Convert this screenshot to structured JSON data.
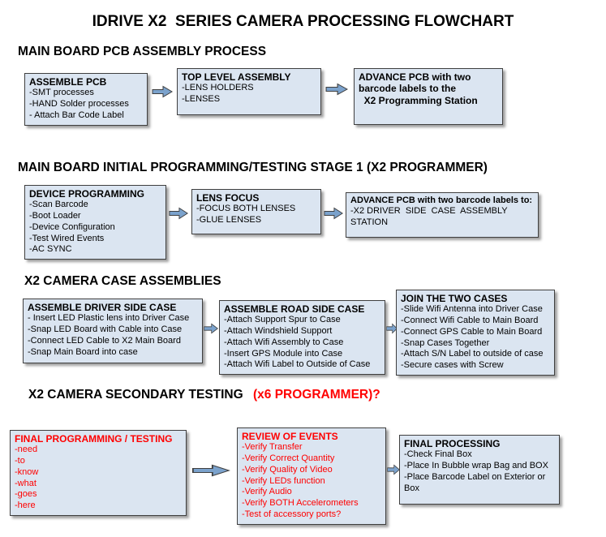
{
  "title": "IDRIVE X2  SERIES CAMERA PROCESSING FLOWCHART",
  "colors": {
    "box_fill": "#dbe5f1",
    "box_border": "#3f3f3f",
    "red_text": "#ff0000",
    "arrow_fill": "#7ba2cc"
  },
  "sections": [
    {
      "heading": "MAIN BOARD PCB ASSEMBLY PROCESS",
      "boxes": [
        {
          "title": "ASSEMBLE PCB",
          "items": [
            "-SMT processes",
            "-HAND Solder processes",
            "- Attach Bar Code Label"
          ]
        },
        {
          "title": "TOP LEVEL ASSEMBLY",
          "items": [
            "-LENS HOLDERS",
            "-LENSES"
          ]
        },
        {
          "title": "ADVANCE PCB with two barcode labels to the",
          "items": [
            "  X2 Programming Station"
          ]
        }
      ]
    },
    {
      "heading": "MAIN BOARD INITIAL PROGRAMMING/TESTING STAGE 1 (X2 PROGRAMMER)",
      "boxes": [
        {
          "title": "DEVICE PROGRAMMING",
          "items": [
            "-Scan Barcode",
            "-Boot Loader",
            "-Device Configuration",
            "-Test Wired Events",
            "-AC SYNC"
          ]
        },
        {
          "title": "LENS FOCUS",
          "items": [
            "-FOCUS BOTH LENSES",
            "-GLUE LENSES"
          ]
        },
        {
          "title": "ADVANCE PCB with two barcode labels to:",
          "items": [
            "-X2 DRIVER  SIDE  CASE  ASSEMBLY STATION"
          ]
        }
      ]
    },
    {
      "heading": "X2 CAMERA CASE ASSEMBLIES",
      "boxes": [
        {
          "title": "ASSEMBLE DRIVER SIDE CASE",
          "items": [
            "- Insert LED Plastic lens into Driver Case",
            "-Snap LED Board with Cable into Case",
            "-Connect LED Cable to X2 Main Board",
            "-Snap Main Board into case"
          ]
        },
        {
          "title": "ASSEMBLE ROAD SIDE CASE",
          "items": [
            "-Attach Support Spur to Case",
            "-Attach Windshield Support",
            "-Attach Wifi Assembly to Case",
            "-Insert GPS Module into Case",
            "-Attach Wifi Label to Outside of Case"
          ]
        },
        {
          "title": "JOIN THE TWO CASES",
          "items": [
            "-Slide Wifi Antenna into Driver Case",
            "-Connect Wifi Cable to Main Board",
            "-Connect GPS Cable to Main Board",
            "-Snap Cases Together",
            "-Attach S/N Label to outside of case",
            "-Secure cases with Screw"
          ]
        }
      ]
    },
    {
      "heading": "X2 CAMERA SECONDARY TESTING ",
      "heading_red": "(x6 PROGRAMMER)?",
      "boxes": [
        {
          "title": "FINAL PROGRAMMING / TESTING",
          "items": [
            "-need",
            "-to",
            "-know",
            "-what",
            "-goes",
            "-here"
          ]
        },
        {
          "title": "REVIEW OF EVENTS",
          "items": [
            "-Verify Transfer",
            "-Verify Correct Quantity",
            "-Verify Quality of Video",
            "-Verify LEDs function",
            "-Verify Audio",
            "-Verify BOTH Accelerometers",
            "-Test of accessory ports?"
          ]
        },
        {
          "title": "FINAL PROCESSING",
          "items": [
            "-Check Final Box",
            "-Place In Bubble wrap Bag and BOX",
            "-Place Barcode Label on Exterior or Box"
          ]
        }
      ]
    }
  ]
}
